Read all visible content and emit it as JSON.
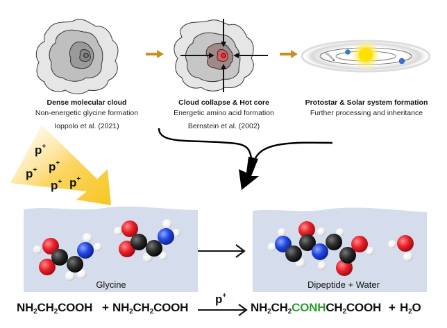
{
  "stages": [
    {
      "title": "Dense molecular cloud",
      "subtitle": "Non-energetic glycine formation",
      "reference": "Ioppolo et al. (2021)"
    },
    {
      "title": "Cloud collapse & Hot core",
      "subtitle": "Energetic amino acid formation",
      "reference": "Bernstein et al. (2002)"
    },
    {
      "title": "Protostar & Solar system formation",
      "subtitle": "Further processing and inheritance"
    }
  ],
  "proton_beam": {
    "label": "p",
    "charge": "+",
    "count": 5
  },
  "panels": {
    "left_label": "Glycine",
    "right_label": "Dipeptide + Water"
  },
  "equation": {
    "reactant1": [
      "NH",
      "2",
      "CH",
      "2",
      "COOH"
    ],
    "plus": "+",
    "reactant2": [
      "NH",
      "2",
      "CH",
      "2",
      "COOH"
    ],
    "arrow_label": "p",
    "arrow_label_charge": "+",
    "product_prefix": [
      "NH",
      "2",
      "CH",
      "2"
    ],
    "product_highlight": "CONH",
    "product_suffix": [
      "CH",
      "2",
      "COOH"
    ],
    "plus2": "+",
    "water": [
      "H",
      "2",
      "O"
    ]
  },
  "colors": {
    "flow_arrow": "#c8901e",
    "highlight": "#2e9e2e",
    "panel_fill": "#d5dcec",
    "oxygen": "#e8202a",
    "nitrogen": "#2146e0",
    "carbon": "#2b2b2b",
    "hydrogen": "#f2f2f2"
  }
}
